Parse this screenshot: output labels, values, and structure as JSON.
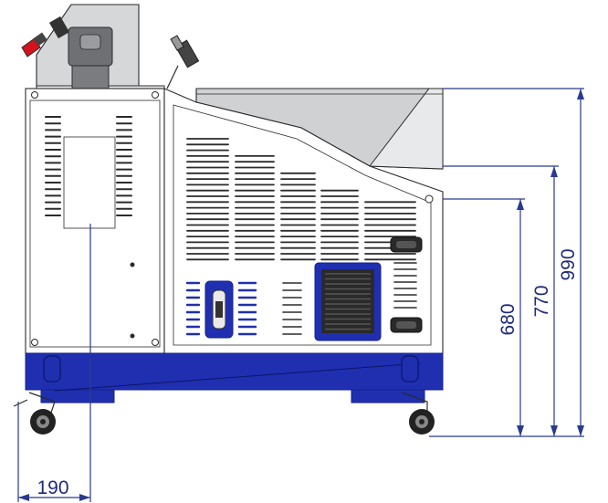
{
  "dimensions": {
    "depth_offset": "190",
    "height_680": "680",
    "height_770": "770",
    "height_990": "990"
  },
  "colors": {
    "frame_blue": "#1f2fb0",
    "dimension_line": "#2a3a8f",
    "outline": "#2b2b2b",
    "hopper_grey": "#cfd1d3",
    "pipe_grey": "#7a7c80",
    "switch_red": "#d4121d"
  }
}
